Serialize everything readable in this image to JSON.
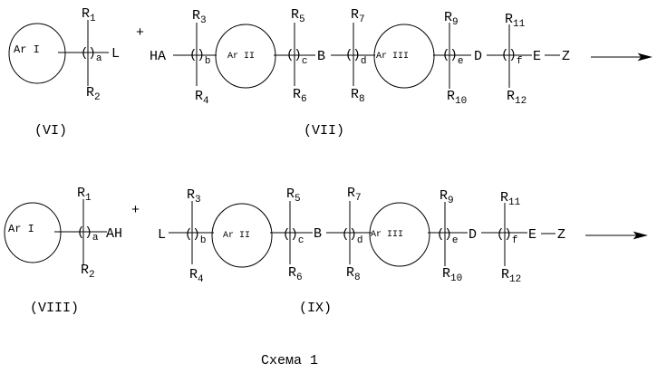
{
  "scheme_title": "Схема 1",
  "row1": {
    "left": {
      "ring": "Ar I",
      "r_top": "R",
      "r_top_sub": "1",
      "r_bot": "R",
      "r_bot_sub": "2",
      "paren": "()",
      "paren_sub": "a",
      "end": "L"
    },
    "plus": "+",
    "right": {
      "start": "HA",
      "p_b": "()",
      "p_b_sub": "b",
      "r3": "R",
      "r3_sub": "3",
      "r4": "R",
      "r4_sub": "4",
      "ring2": "Ar II",
      "p_c": "()",
      "p_c_sub": "c",
      "r5": "R",
      "r5_sub": "5",
      "r6": "R",
      "r6_sub": "6",
      "B": "B",
      "p_d": "()",
      "p_d_sub": "d",
      "r7": "R",
      "r7_sub": "7",
      "r8": "R",
      "r8_sub": "8",
      "ring3": "Ar III",
      "p_e": "()",
      "p_e_sub": "e",
      "r9": "R",
      "r9_sub": "9",
      "r10": "R",
      "r10_sub": "10",
      "D": "D",
      "p_f": "()",
      "p_f_sub": "f",
      "r11": "R",
      "r11_sub": "11",
      "r12": "R",
      "r12_sub": "12",
      "E": "E",
      "Z": "Z"
    },
    "label_left": "(VI)",
    "label_right": "(VII)"
  },
  "row2": {
    "left": {
      "ring": "Ar I",
      "r_top": "R",
      "r_top_sub": "1",
      "r_bot": "R",
      "r_bot_sub": "2",
      "paren": "()",
      "paren_sub": "a",
      "end": "AH"
    },
    "plus": "+",
    "right": {
      "start": "L",
      "p_b": "()",
      "p_b_sub": "b",
      "r3": "R",
      "r3_sub": "3",
      "r4": "R",
      "r4_sub": "4",
      "ring2": "Ar II",
      "p_c": "()",
      "p_c_sub": "c",
      "r5": "R",
      "r5_sub": "5",
      "r6": "R",
      "r6_sub": "6",
      "B": "B",
      "p_d": "()",
      "p_d_sub": "d",
      "r7": "R",
      "r7_sub": "7",
      "r8": "R",
      "r8_sub": "8",
      "ring3": "Ar III",
      "p_e": "()",
      "p_e_sub": "e",
      "r9": "R",
      "r9_sub": "9",
      "r10": "R",
      "r10_sub": "10",
      "D": "D",
      "p_f": "()",
      "p_f_sub": "f",
      "r11": "R",
      "r11_sub": "11",
      "r12": "R",
      "r12_sub": "12",
      "E": "E",
      "Z": "Z"
    },
    "label_left": "(VIII)",
    "label_right": "(IX)"
  }
}
